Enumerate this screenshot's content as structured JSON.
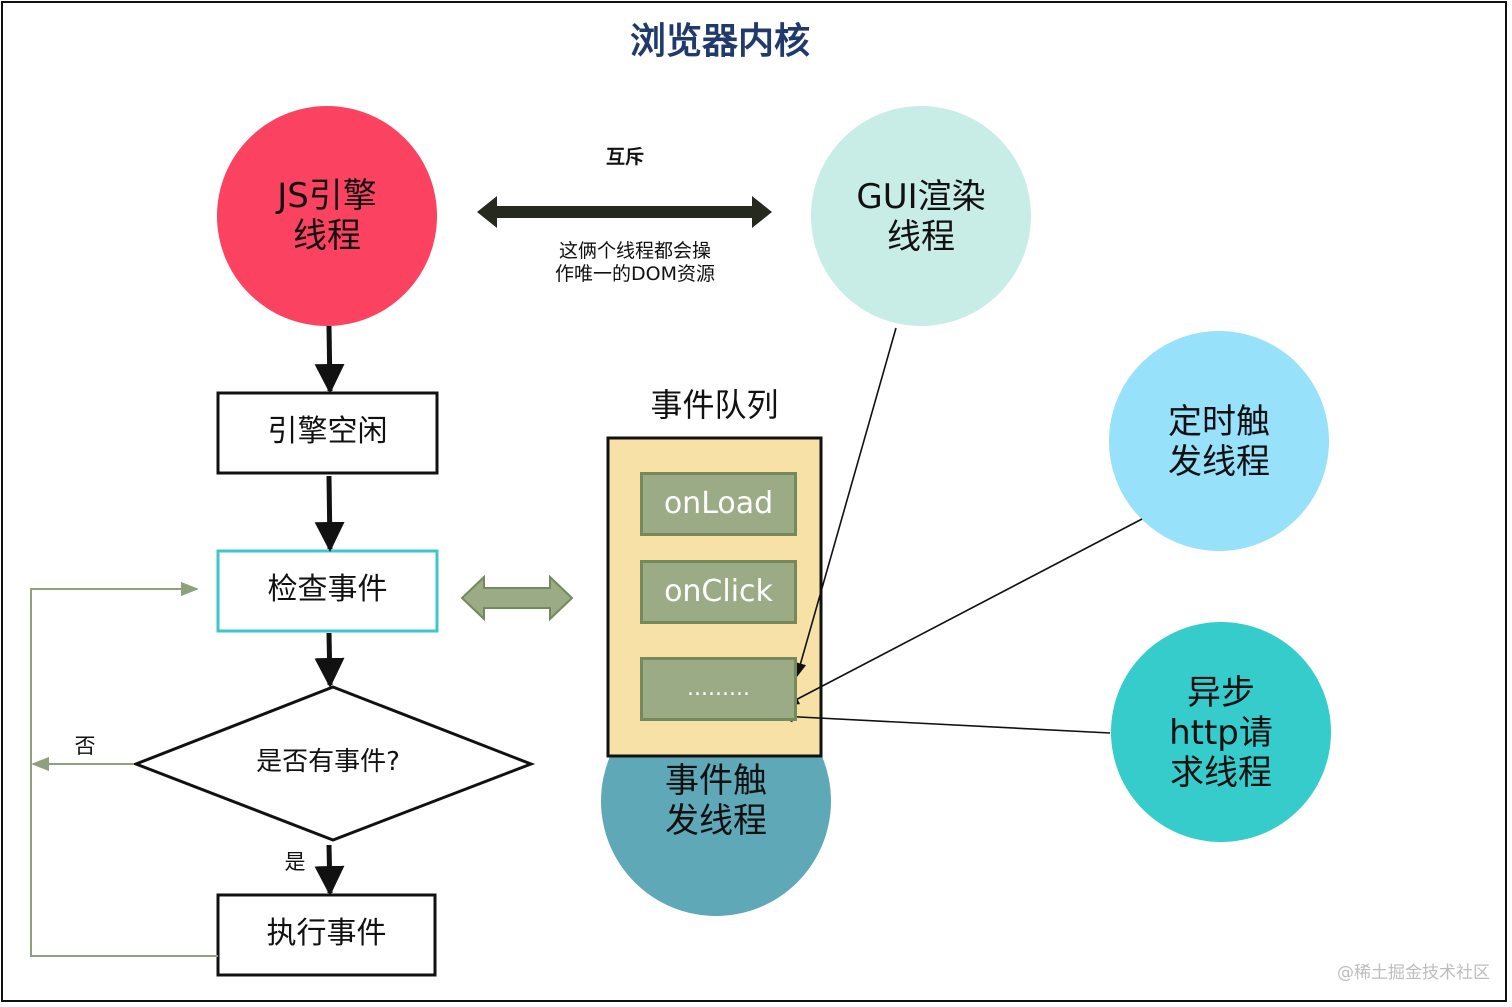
{
  "title": "浏览器内核",
  "mutex": {
    "label": "互斥",
    "note": "这俩个线程都会操\n作唯一的DOM资源"
  },
  "threads": {
    "js": "JS引擎\n线程",
    "gui": "GUI渲染\n线程",
    "timer": "定时触\n发线程",
    "http": "异步\nhttp请\n求线程",
    "event_trigger": "事件触\n发线程"
  },
  "flow": {
    "idle": "引擎空闲",
    "check": "检查事件",
    "decision": "是否有事件?",
    "no": "否",
    "yes": "是",
    "execute": "执行事件"
  },
  "queue": {
    "title": "事件队列",
    "items": [
      "onLoad",
      "onClick",
      "........."
    ]
  },
  "watermark": "@稀土掘金技术社区",
  "colors": {
    "js": "#fb4260",
    "gui": "#c8ece6",
    "timer": "#97e1fb",
    "http": "#35cccb",
    "event_trigger": "#5ea8b8",
    "queue_bg": "#f7e1a7",
    "chip": "#9aab85",
    "title": "#1f3a6b",
    "check_border": "#3cc7cc"
  }
}
